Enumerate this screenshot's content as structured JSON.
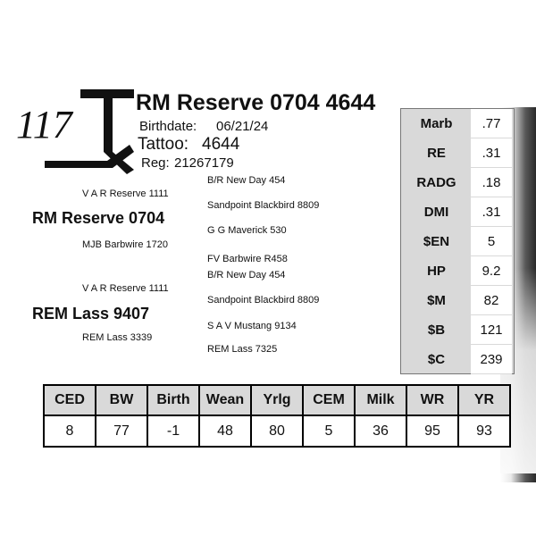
{
  "lot_number": "117",
  "animal": {
    "name": "RM Reserve 0704 4644",
    "birthdate_label": "Birthdate:",
    "birthdate": "06/21/24",
    "tattoo_label": "Tattoo:",
    "tattoo": "4644",
    "reg_label": "Reg:",
    "reg": "21267179"
  },
  "pedigree": {
    "sire": "RM Reserve 0704",
    "sire_sire": "V A R Reserve 1111",
    "sire_dam": "MJB Barbwire 1720",
    "sss": "B/R New Day 454",
    "ssd": "Sandpoint Blackbird 8809",
    "sds": "G G Maverick 530",
    "sdd": "FV Barbwire R458",
    "dam": "REM Lass 9407",
    "dam_sire": "V A R Reserve 1111",
    "dam_dam": "REM Lass 3339",
    "dss": "B/R New Day 454",
    "dsd": "Sandpoint Blackbird 8809",
    "dds": "S A V Mustang 9134",
    "ddd": "REM Lass 7325"
  },
  "epd_side": [
    {
      "label": "Marb",
      "value": ".77"
    },
    {
      "label": "RE",
      "value": ".31"
    },
    {
      "label": "RADG",
      "value": ".18"
    },
    {
      "label": "DMI",
      "value": ".31"
    },
    {
      "label": "$EN",
      "value": "5"
    },
    {
      "label": "HP",
      "value": "9.2"
    },
    {
      "label": "$M",
      "value": "82"
    },
    {
      "label": "$B",
      "value": "121"
    },
    {
      "label": "$C",
      "value": "239"
    }
  ],
  "epd_table": {
    "headers": [
      "CED",
      "BW",
      "Birth",
      "Wean",
      "Yrlg",
      "CEM",
      "Milk",
      "WR",
      "YR"
    ],
    "values": [
      "8",
      "77",
      "-1",
      "48",
      "80",
      "5",
      "36",
      "95",
      "93"
    ]
  },
  "colors": {
    "header_fill": "#d9d9d9",
    "text": "#111111"
  }
}
